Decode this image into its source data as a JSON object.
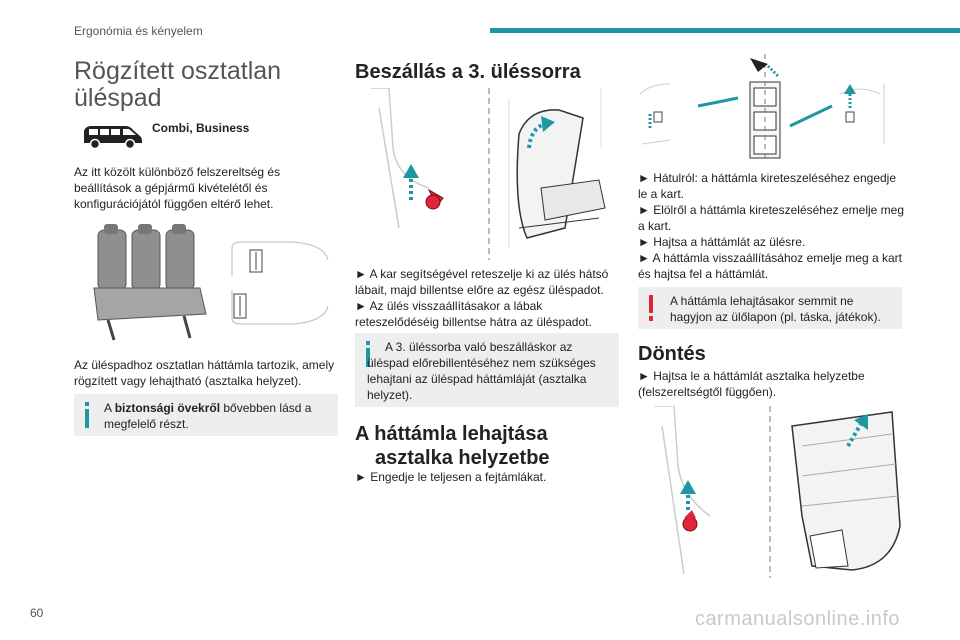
{
  "header": {
    "section": "Ergonómia és kényelem"
  },
  "col1": {
    "title_line1": "Rögzített osztatlan",
    "title_line2": "üléspad",
    "versions": "Combi, Business",
    "intro": "Az itt közölt különböző felszereltség és beállítások a gépjármű kivételétől és konfigurációjától függően eltérő lehet.",
    "desc": "Az üléspadhoz osztatlan háttámla tartozik, amely rögzített vagy lehajtható (asztalka helyzet).",
    "note_pre": "A ",
    "note_bold": "biztonsági övekről",
    "note_post": " bővebben lásd a megfelelő részt."
  },
  "col2": {
    "title": "Beszállás a 3. üléssorra",
    "steps": [
      "► A kar segítségével reteszelje ki az ülés hátsó lábait, majd billentse előre az egész üléspadot.",
      "► Az ülés visszaállításakor a lábak reteszelődéséig billentse hátra az üléspadot."
    ],
    "note": "A 3. üléssorba való beszálláskor az üléspad előrebillentéséhez nem szükséges lehajtani az üléspad háttámláját (asztalka helyzet).",
    "title2_line1": "A háttámla lehajtása",
    "title2_line2": "asztalka helyzetbe",
    "step_b": "► Engedje le teljesen a fejtámlákat."
  },
  "col3": {
    "steps": [
      "► Hátulról: a háttámla kireteszeléséhez engedje le a kart.",
      "► Elölről a háttámla kireteszeléséhez emelje meg a kart.",
      "► Hajtsa a háttámlát az ülésre.",
      "► A háttámla visszaállításához emelje meg a kart és hajtsa fel a háttámlát."
    ],
    "warning": "A háttámla lehajtásakor semmit ne hagyjon az ülőlapon (pl. táska, játékok).",
    "title": "Döntés",
    "step_d": "► Hajtsa le a háttámlát asztalka helyzetbe (felszereltségtől függően)."
  },
  "footer": {
    "page_number": "60",
    "watermark": "carmanualsonline.info"
  },
  "colors": {
    "accent": "#1f97a3",
    "warning": "#e0243b",
    "note_bg": "#eeeeee"
  },
  "icons": {
    "info": "info-icon",
    "warning": "exclamation-icon",
    "van": "van-icon"
  }
}
